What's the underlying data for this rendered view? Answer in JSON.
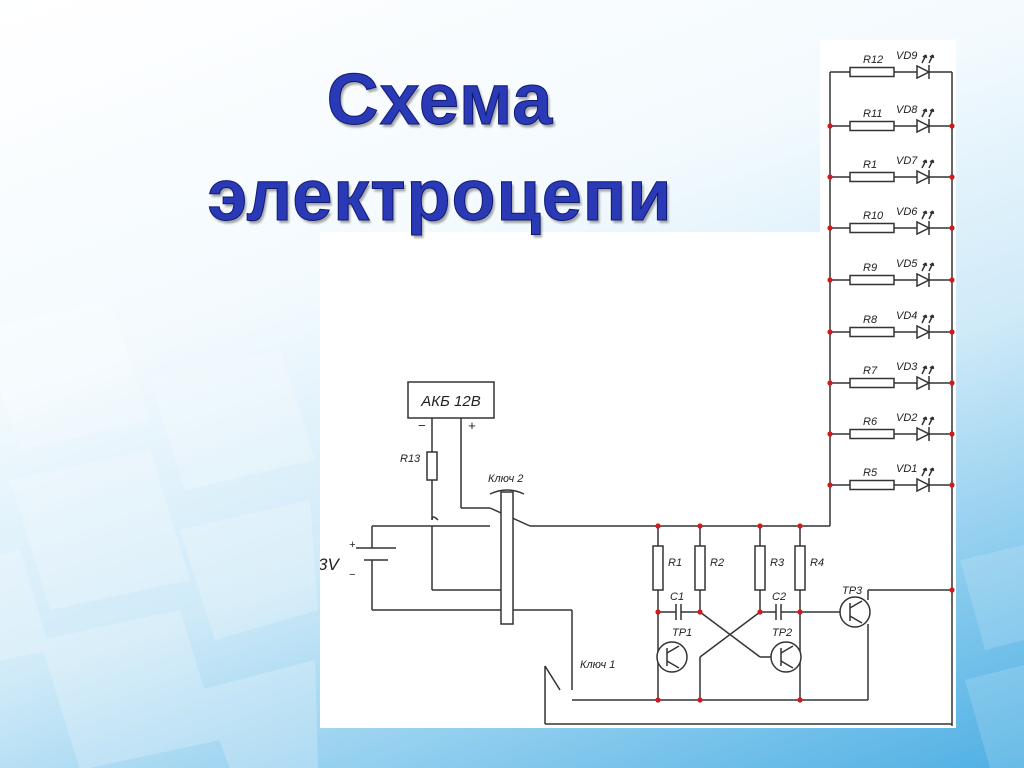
{
  "slide": {
    "title_line1": "Схема",
    "title_line2": "электроцепи"
  },
  "schematic": {
    "battery_box_label": "АКБ 12В",
    "battery_minus": "−",
    "battery_plus": "+",
    "r13_label": "R13",
    "key2_label": "Ключ 2",
    "key1_label": "Ключ 1",
    "source_label": "3V",
    "source_plus": "+",
    "source_minus": "−",
    "ladder": [
      {
        "resistor": "R12",
        "diode": "VD9"
      },
      {
        "resistor": "R11",
        "diode": "VD8"
      },
      {
        "resistor": "R1",
        "diode": "VD7"
      },
      {
        "resistor": "R10",
        "diode": "VD6"
      },
      {
        "resistor": "R9",
        "diode": "VD5"
      },
      {
        "resistor": "R8",
        "diode": "VD4"
      },
      {
        "resistor": "R7",
        "diode": "VD3"
      },
      {
        "resistor": "R6",
        "diode": "VD2"
      },
      {
        "resistor": "R5",
        "diode": "VD1"
      }
    ],
    "multivibrator": {
      "r1": "R1",
      "r2": "R2",
      "r3": "R3",
      "r4": "R4",
      "c1": "C1",
      "c2": "C2",
      "tr1": "TP1",
      "tr2": "TP2",
      "tr3": "TP3"
    },
    "colors": {
      "wire": "#333333",
      "node": "#d11a1a",
      "title_fill": "#2a39b6",
      "title_stroke": "#101a6e"
    }
  }
}
